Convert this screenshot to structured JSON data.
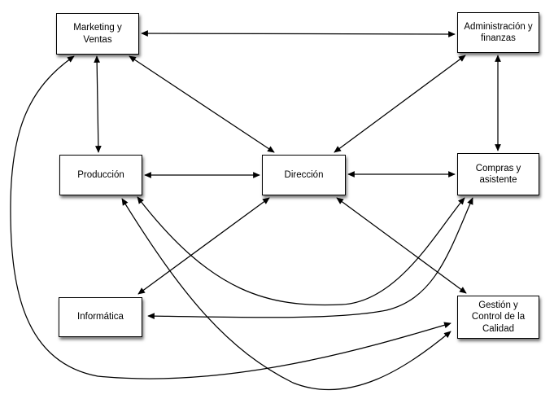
{
  "diagram": {
    "title": "",
    "background_color": "#ffffff",
    "line_color": "#000000",
    "box_fill_color": "#ffffff",
    "box_border_color": "#000000",
    "nodes": [
      {
        "id": "marketing",
        "label": "Marketing y\nVentas"
      },
      {
        "id": "administracion",
        "label": "Administración y\nfinanzas"
      },
      {
        "id": "produccion",
        "label": "Producción"
      },
      {
        "id": "direccion",
        "label": "Dirección"
      },
      {
        "id": "compras",
        "label": "Compras y\nasistente"
      },
      {
        "id": "informatica",
        "label": "Informática"
      },
      {
        "id": "gestion",
        "label": "Gestión y\nControl de la\nCalidad"
      }
    ],
    "edges": [
      {
        "from": "marketing",
        "to": "administracion",
        "bidirectional": true,
        "style": "straight"
      },
      {
        "from": "marketing",
        "to": "produccion",
        "bidirectional": true,
        "style": "straight"
      },
      {
        "from": "marketing",
        "to": "direccion",
        "bidirectional": true,
        "style": "straight"
      },
      {
        "from": "administracion",
        "to": "direccion",
        "bidirectional": true,
        "style": "straight"
      },
      {
        "from": "administracion",
        "to": "compras",
        "bidirectional": true,
        "style": "straight"
      },
      {
        "from": "produccion",
        "to": "direccion",
        "bidirectional": true,
        "style": "straight"
      },
      {
        "from": "direccion",
        "to": "compras",
        "bidirectional": true,
        "style": "straight"
      },
      {
        "from": "direccion",
        "to": "informatica",
        "bidirectional": true,
        "style": "straight"
      },
      {
        "from": "direccion",
        "to": "gestion",
        "bidirectional": true,
        "style": "straight"
      },
      {
        "from": "produccion",
        "to": "compras",
        "bidirectional": true,
        "style": "curved"
      },
      {
        "from": "compras",
        "to": "informatica",
        "bidirectional": true,
        "style": "curved"
      },
      {
        "from": "produccion",
        "to": "gestion",
        "bidirectional": true,
        "style": "curved"
      },
      {
        "from": "marketing",
        "to": "gestion",
        "bidirectional": true,
        "style": "curved-left-sweep"
      }
    ]
  }
}
